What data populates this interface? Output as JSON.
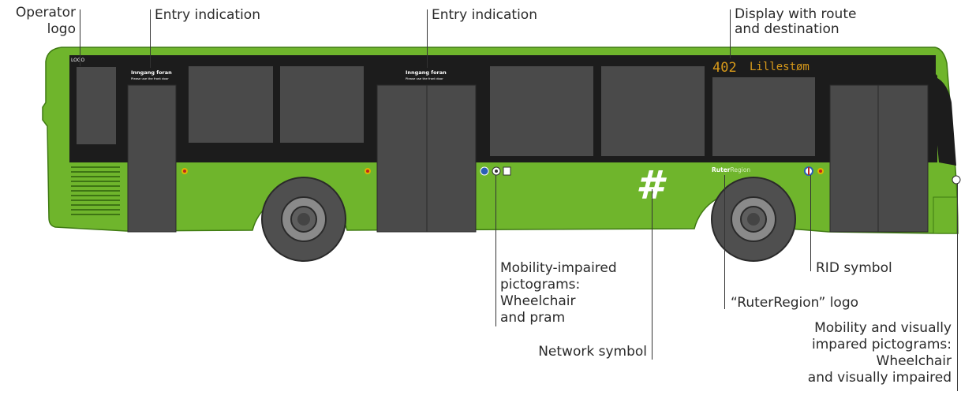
{
  "callouts": {
    "operator_logo": [
      "Operator",
      "logo"
    ],
    "entry_indication_1": [
      "Entry indication"
    ],
    "entry_indication_2": [
      "Entry indication"
    ],
    "display": [
      "Display with route",
      "and destination"
    ],
    "mobility_impaired": [
      "Mobility-impaired",
      "pictograms:",
      "Wheelchair",
      "and pram"
    ],
    "network_symbol": [
      "Network symbol"
    ],
    "rid_symbol": [
      "RID symbol"
    ],
    "ruter_region_logo": [
      "“RuterRegion” logo"
    ],
    "mobility_visually": [
      "Mobility and visually",
      "impared pictograms:",
      "Wheelchair",
      "and visually impaired"
    ]
  },
  "bus": {
    "logo_text": "LOGO",
    "entry_sign_1": "Inngang foran",
    "entry_sign_1_sub": "Please use the front door",
    "entry_sign_2": "Inngang foran",
    "entry_sign_2_sub": "Please use the front door",
    "route_number": "402",
    "destination": "Lillestøm",
    "network_symbol": "#",
    "brand_ruter": "Ruter",
    "brand_region": "Region"
  },
  "colors": {
    "body_green": "#6fb52c",
    "window_band": "#1c1c1c",
    "window": "#4a4a4a",
    "display_text": "#d89a1a",
    "wheel_outer": "#4f4f4f",
    "wheel_ring": "#7a7a7a",
    "label_text": "#2a2a2a"
  }
}
